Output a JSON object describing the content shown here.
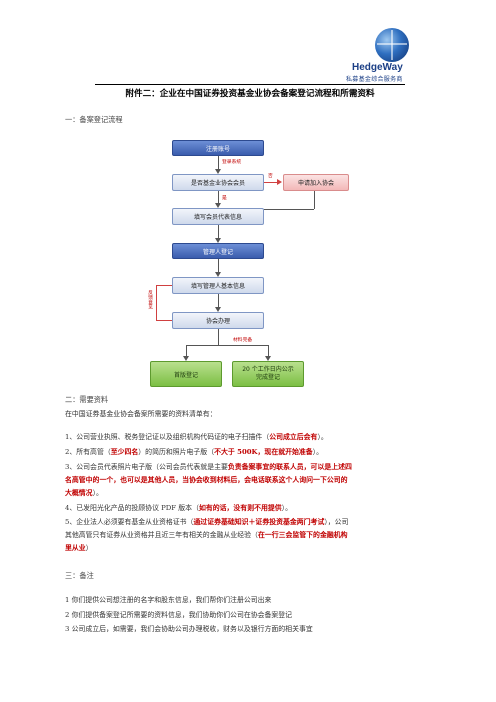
{
  "logo": {
    "brand": "HedgeWay",
    "tagline": "私募基金综合服务商"
  },
  "title": "附件二：企业在中国证券投资基金业协会备案登记流程和所需资料",
  "section1": {
    "heading": "一：备案登记流程"
  },
  "flow": {
    "register_account": "注册账号",
    "login_note": "登录系统",
    "is_member": "是否基金业协会会员",
    "yes_label": "是",
    "no_label": "否",
    "apply_join": "申请加入协会",
    "fill_member_info": "填写会员代表信息",
    "manager_register": "管理人登记",
    "fill_manager_info": "填写管理人基本信息",
    "association_process": "协会办理",
    "feedback_note": "反馈意见",
    "material_complete": "材料完备",
    "first_register": "首版登记",
    "publicity_20days": "20 个工作日内公示",
    "complete_register": "完成登记"
  },
  "section2": {
    "heading": "二：需要资料",
    "intro": "在中国证券基金业协会备案所需要的资料清单有：",
    "items": [
      {
        "p1": "1、公司营业执照、税务登记证以及组织机构代码证的电子扫描件（",
        "hl": "公司成立后会有",
        "p2": "）。"
      },
      {
        "p1": "2、所有高管（",
        "hl": "至少四名",
        "p2": "）的简历和照片电子版（",
        "hl2": "不大于 500K，现在就开始准备",
        "p3": "）。"
      },
      {
        "p1": "3、公司会员代表照片电子版（公司会员代表就是主要",
        "hl": "负责备案事宜的联系人员，可以是上述四",
        "l2": "名高管中的一个，也可以是其他人员，当协会收到材料后，会电话联系这个人询问一下公司的",
        "l3": "大概情况",
        "l3b": "）。"
      },
      {
        "p1": "4、已发阳光化产品的投顾协议 PDF 版本（",
        "hl": "如有的话，没有则不用提供",
        "p2": "）。"
      },
      {
        "p1": "5、企业法人必须要有基金从业资格证书（",
        "hl": "通过证券基础知识＋证券投资基金两门考试",
        "p2": "），公司",
        "l2a": "其他高管只有证券从业资格并且近三年有相关的金融从业经验（",
        "l2hl": "在一行三会监管下的金融机构",
        "l3": "里从业",
        "l3b": "）"
      }
    ]
  },
  "section3": {
    "heading": "三：备注",
    "items": [
      "1  你们提供公司想注册的名字和股东信息，我们帮你们注册公司出来",
      "2  你们提供备案登记所需要的资料信息，我们协助你们公司在协会备案登记",
      "3  公司成立后，如需要，我们会协助公司办理税收，财务以及银行方面的相关事宜"
    ]
  }
}
